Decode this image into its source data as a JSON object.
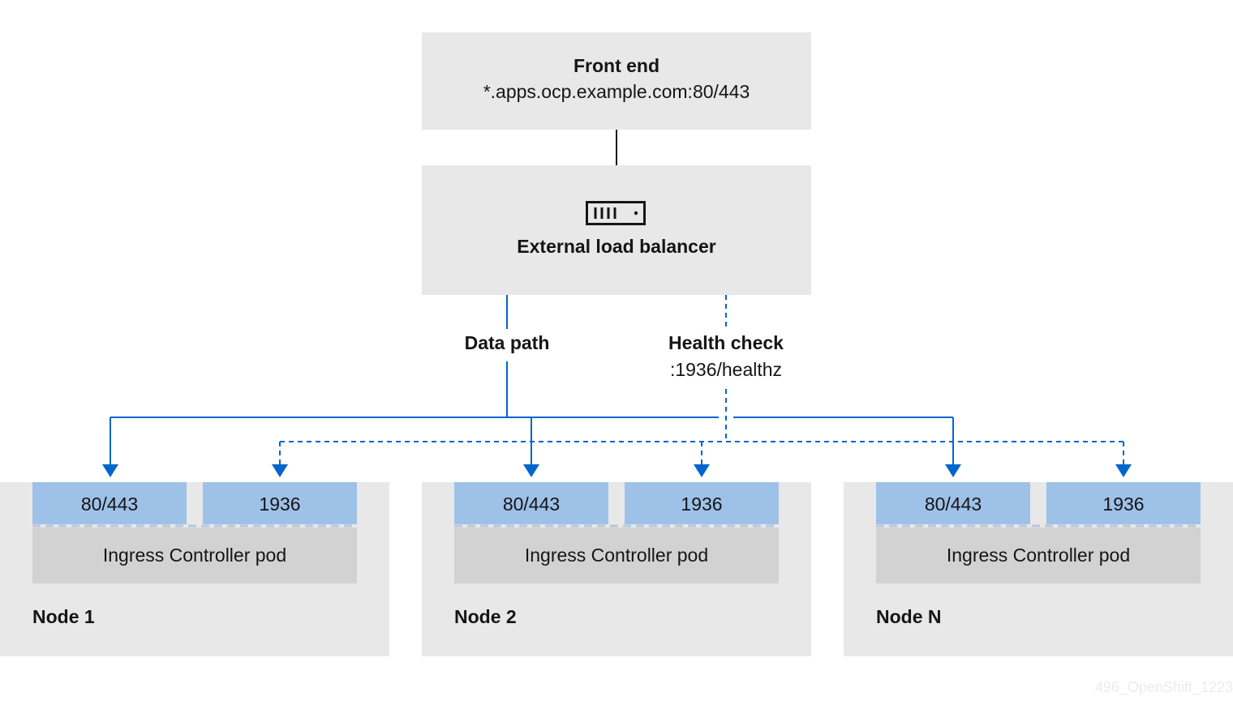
{
  "front_end": {
    "title": "Front end",
    "subtitle": "*.apps.ocp.example.com:80/443"
  },
  "load_balancer": {
    "title": "External load balancer",
    "icon": "load-balancer-icon"
  },
  "labels": {
    "data_path": "Data path",
    "health_check": "Health check",
    "health_check_path": ":1936/healthz"
  },
  "nodes": [
    {
      "name": "Node 1",
      "port_main": "80/443",
      "port_health": "1936",
      "pod": "Ingress Controller pod"
    },
    {
      "name": "Node 2",
      "port_main": "80/443",
      "port_health": "1936",
      "pod": "Ingress Controller pod"
    },
    {
      "name": "Node N",
      "port_main": "80/443",
      "port_health": "1936",
      "pod": "Ingress Controller pod"
    }
  ],
  "watermark": "496_OpenShift_1223",
  "colors": {
    "box_grey": "#e8e8e8",
    "port_blue": "#9ec1e8",
    "pod_grey": "#d2d2d2",
    "line_blue": "#0066cc",
    "line_black": "#151515"
  }
}
